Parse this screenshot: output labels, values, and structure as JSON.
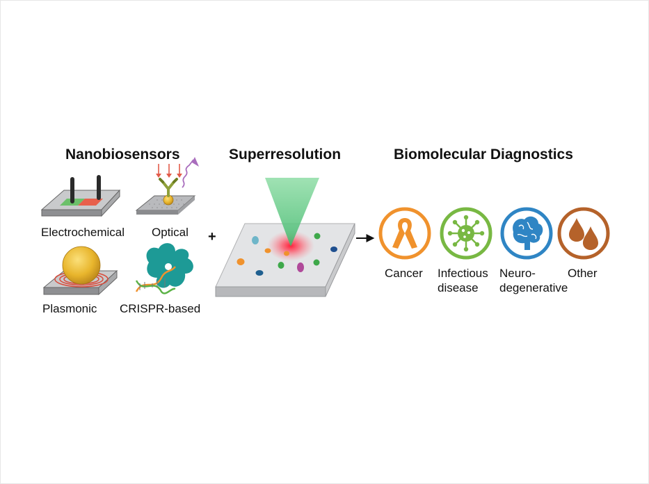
{
  "sections": {
    "nanobiosensors": "Nanobiosensors",
    "superresolution": "Superresolution",
    "diagnostics": "Biomolecular Diagnostics"
  },
  "sensors": {
    "electrochemical": "Electrochemical",
    "optical": "Optical",
    "plasmonic": "Plasmonic",
    "crispr": "CRISPR-based"
  },
  "operators": {
    "plus": "+"
  },
  "diseases": {
    "cancer": {
      "line1": "Cancer",
      "line2": "",
      "color": "#f0922d",
      "icon": "ribbon-icon"
    },
    "infectious": {
      "line1": "Infectious",
      "line2": "disease",
      "color": "#78b843",
      "icon": "virus-icon"
    },
    "neuro": {
      "line1": "Neuro-",
      "line2": "degenerative",
      "color": "#2f85c4",
      "icon": "brain-icon"
    },
    "other": {
      "line1": "Other",
      "line2": "",
      "color": "#b5622a",
      "icon": "droplets-icon"
    }
  }
}
